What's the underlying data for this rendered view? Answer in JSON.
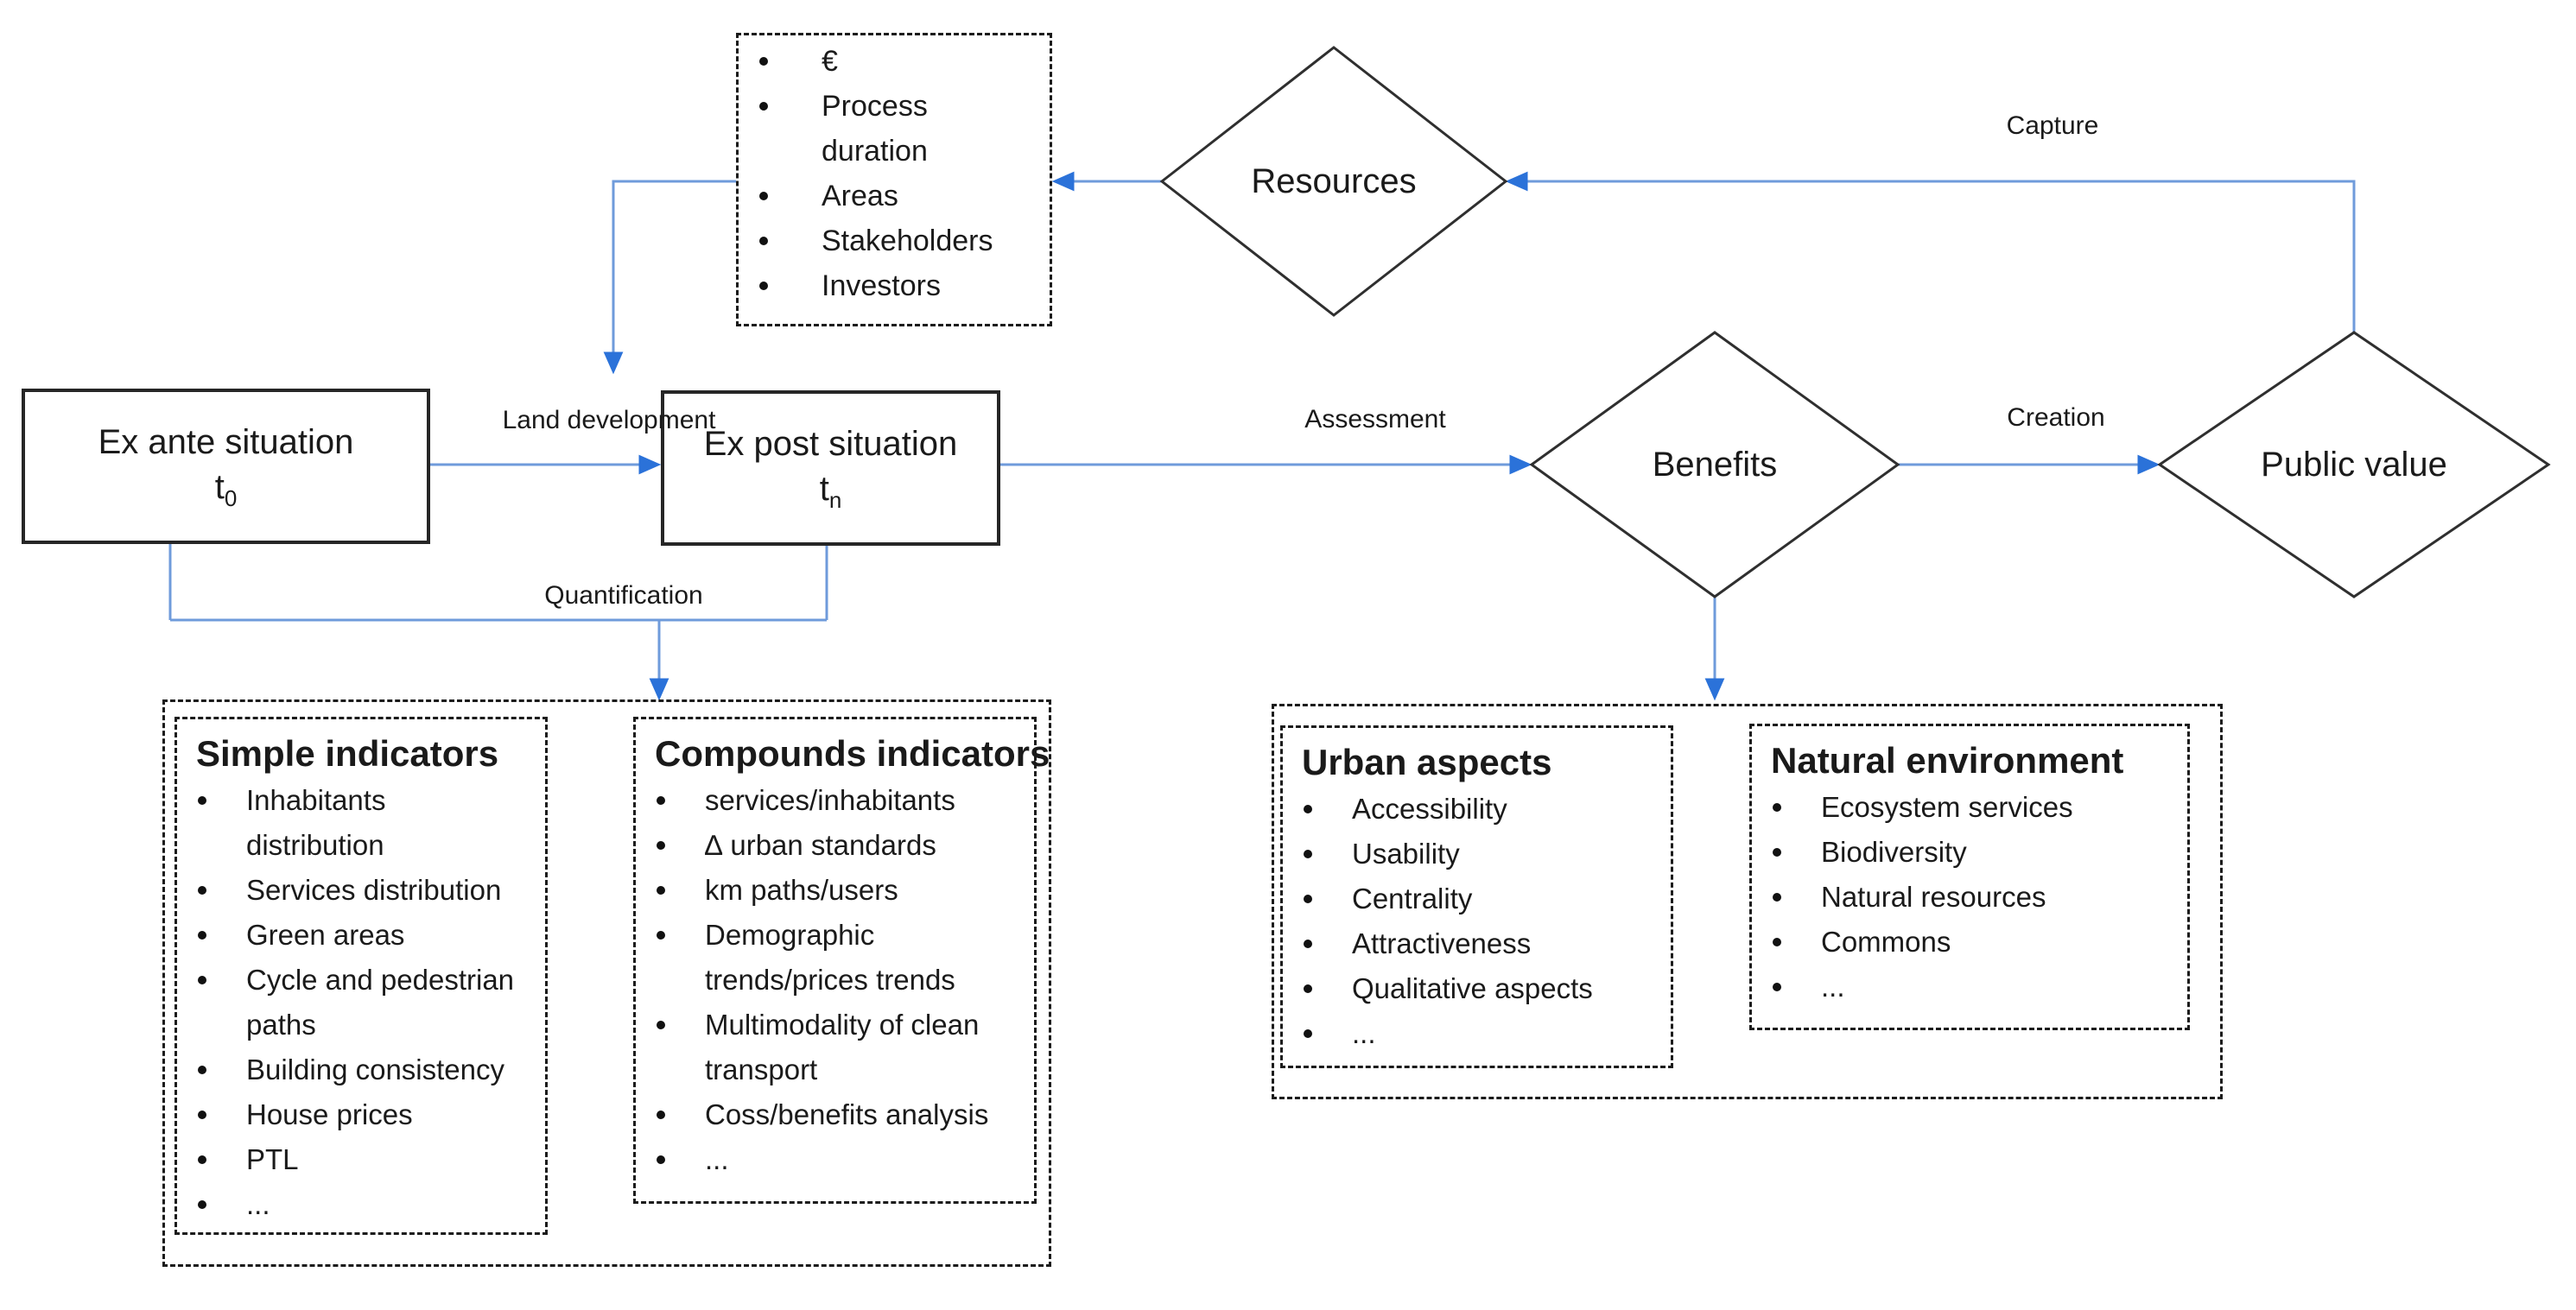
{
  "palette": {
    "line_blue": "#6f9bdb",
    "arrow_blue": "#2b72d9",
    "ink": "#1a1a1a"
  },
  "edge_labels": {
    "capture": "Capture",
    "land_development": "Land development",
    "quantification": "Quantification",
    "assessment": "Assessment",
    "creation": "Creation"
  },
  "nodes": {
    "resources_inputs": {
      "items": [
        "€",
        "Process duration",
        "Areas",
        "Stakeholders",
        "Investors"
      ]
    },
    "ex_ante": {
      "title": "Ex ante situation",
      "time_base": "t",
      "time_sub": "0"
    },
    "ex_post": {
      "title": "Ex post situation",
      "time_base": "t",
      "time_sub": "n"
    },
    "resources": {
      "label": "Resources"
    },
    "benefits": {
      "label": "Benefits"
    },
    "public_value": {
      "label": "Public value"
    }
  },
  "panels": {
    "simple_indicators": {
      "title": "Simple indicators",
      "items": [
        "Inhabitants distribution",
        "Services distribution",
        "Green areas",
        "Cycle and pedestrian paths",
        "Building consistency",
        "House prices",
        "PTL",
        "..."
      ]
    },
    "compounds_indicators": {
      "title": "Compounds indicators",
      "items": [
        "services/inhabitants",
        "∆ urban standards",
        "km paths/users",
        "Demographic trends/prices trends",
        "Multimodality of clean transport",
        "Coss/benefits analysis",
        "..."
      ]
    },
    "urban_aspects": {
      "title": "Urban aspects",
      "items": [
        "Accessibility",
        "Usability",
        "Centrality",
        "Attractiveness",
        "Qualitative aspects",
        "..."
      ]
    },
    "natural_environment": {
      "title": "Natural environment",
      "items": [
        "Ecosystem services",
        "Biodiversity",
        "Natural resources",
        "Commons",
        "..."
      ]
    }
  }
}
